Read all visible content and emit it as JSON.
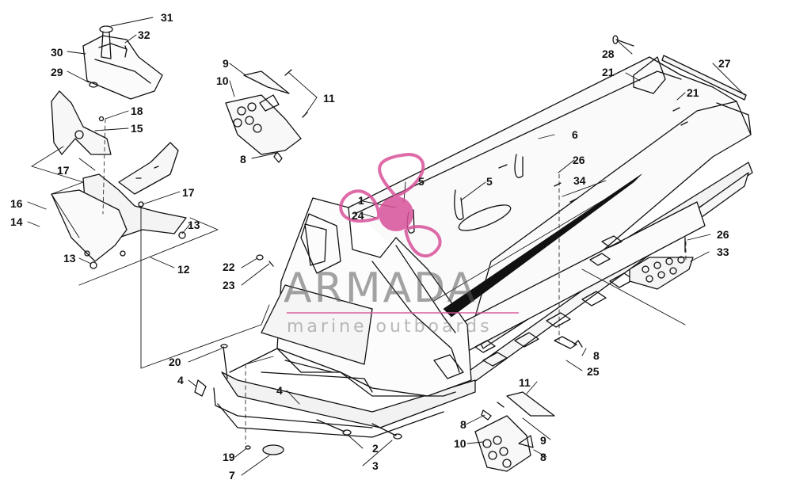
{
  "watermark": {
    "brand": "ARMADA",
    "tagline": "marine outboards"
  },
  "callouts": [
    {
      "id": "c31a",
      "text": "31"
    },
    {
      "id": "c32a",
      "text": "32"
    },
    {
      "id": "c30a",
      "text": "30"
    },
    {
      "id": "c29a",
      "text": "29"
    },
    {
      "id": "c18a",
      "text": "18"
    },
    {
      "id": "c15a",
      "text": "15"
    },
    {
      "id": "c17a",
      "text": "17"
    },
    {
      "id": "c17b",
      "text": "17"
    },
    {
      "id": "c16a",
      "text": "16"
    },
    {
      "id": "c14a",
      "text": "14"
    },
    {
      "id": "c13a",
      "text": "13"
    },
    {
      "id": "c13b",
      "text": "13"
    },
    {
      "id": "c12a",
      "text": "12"
    },
    {
      "id": "c9a",
      "text": "9"
    },
    {
      "id": "c10a",
      "text": "10"
    },
    {
      "id": "c11a",
      "text": "11"
    },
    {
      "id": "c8a",
      "text": "8"
    },
    {
      "id": "c1a",
      "text": "1"
    },
    {
      "id": "c24a",
      "text": "24"
    },
    {
      "id": "c5a",
      "text": "5"
    },
    {
      "id": "c5b",
      "text": "5"
    },
    {
      "id": "c6a",
      "text": "6"
    },
    {
      "id": "c26a",
      "text": "26"
    },
    {
      "id": "c34a",
      "text": "34"
    },
    {
      "id": "c28a",
      "text": "28"
    },
    {
      "id": "c21a",
      "text": "21"
    },
    {
      "id": "c21b",
      "text": "21"
    },
    {
      "id": "c27a",
      "text": "27"
    },
    {
      "id": "c26b",
      "text": "26"
    },
    {
      "id": "c33a",
      "text": "33"
    },
    {
      "id": "c22a",
      "text": "22"
    },
    {
      "id": "c23a",
      "text": "23"
    },
    {
      "id": "c20a",
      "text": "20"
    },
    {
      "id": "c4a",
      "text": "4"
    },
    {
      "id": "c4b",
      "text": "4"
    },
    {
      "id": "c8b",
      "text": "8"
    },
    {
      "id": "c25a",
      "text": "25"
    },
    {
      "id": "c11b",
      "text": "11"
    },
    {
      "id": "c8c",
      "text": "8"
    },
    {
      "id": "c9b",
      "text": "9"
    },
    {
      "id": "c10b",
      "text": "10"
    },
    {
      "id": "c8d",
      "text": "8"
    },
    {
      "id": "c19a",
      "text": "19"
    },
    {
      "id": "c7a",
      "text": "7"
    },
    {
      "id": "c2a",
      "text": "2"
    },
    {
      "id": "c3a",
      "text": "3"
    }
  ]
}
